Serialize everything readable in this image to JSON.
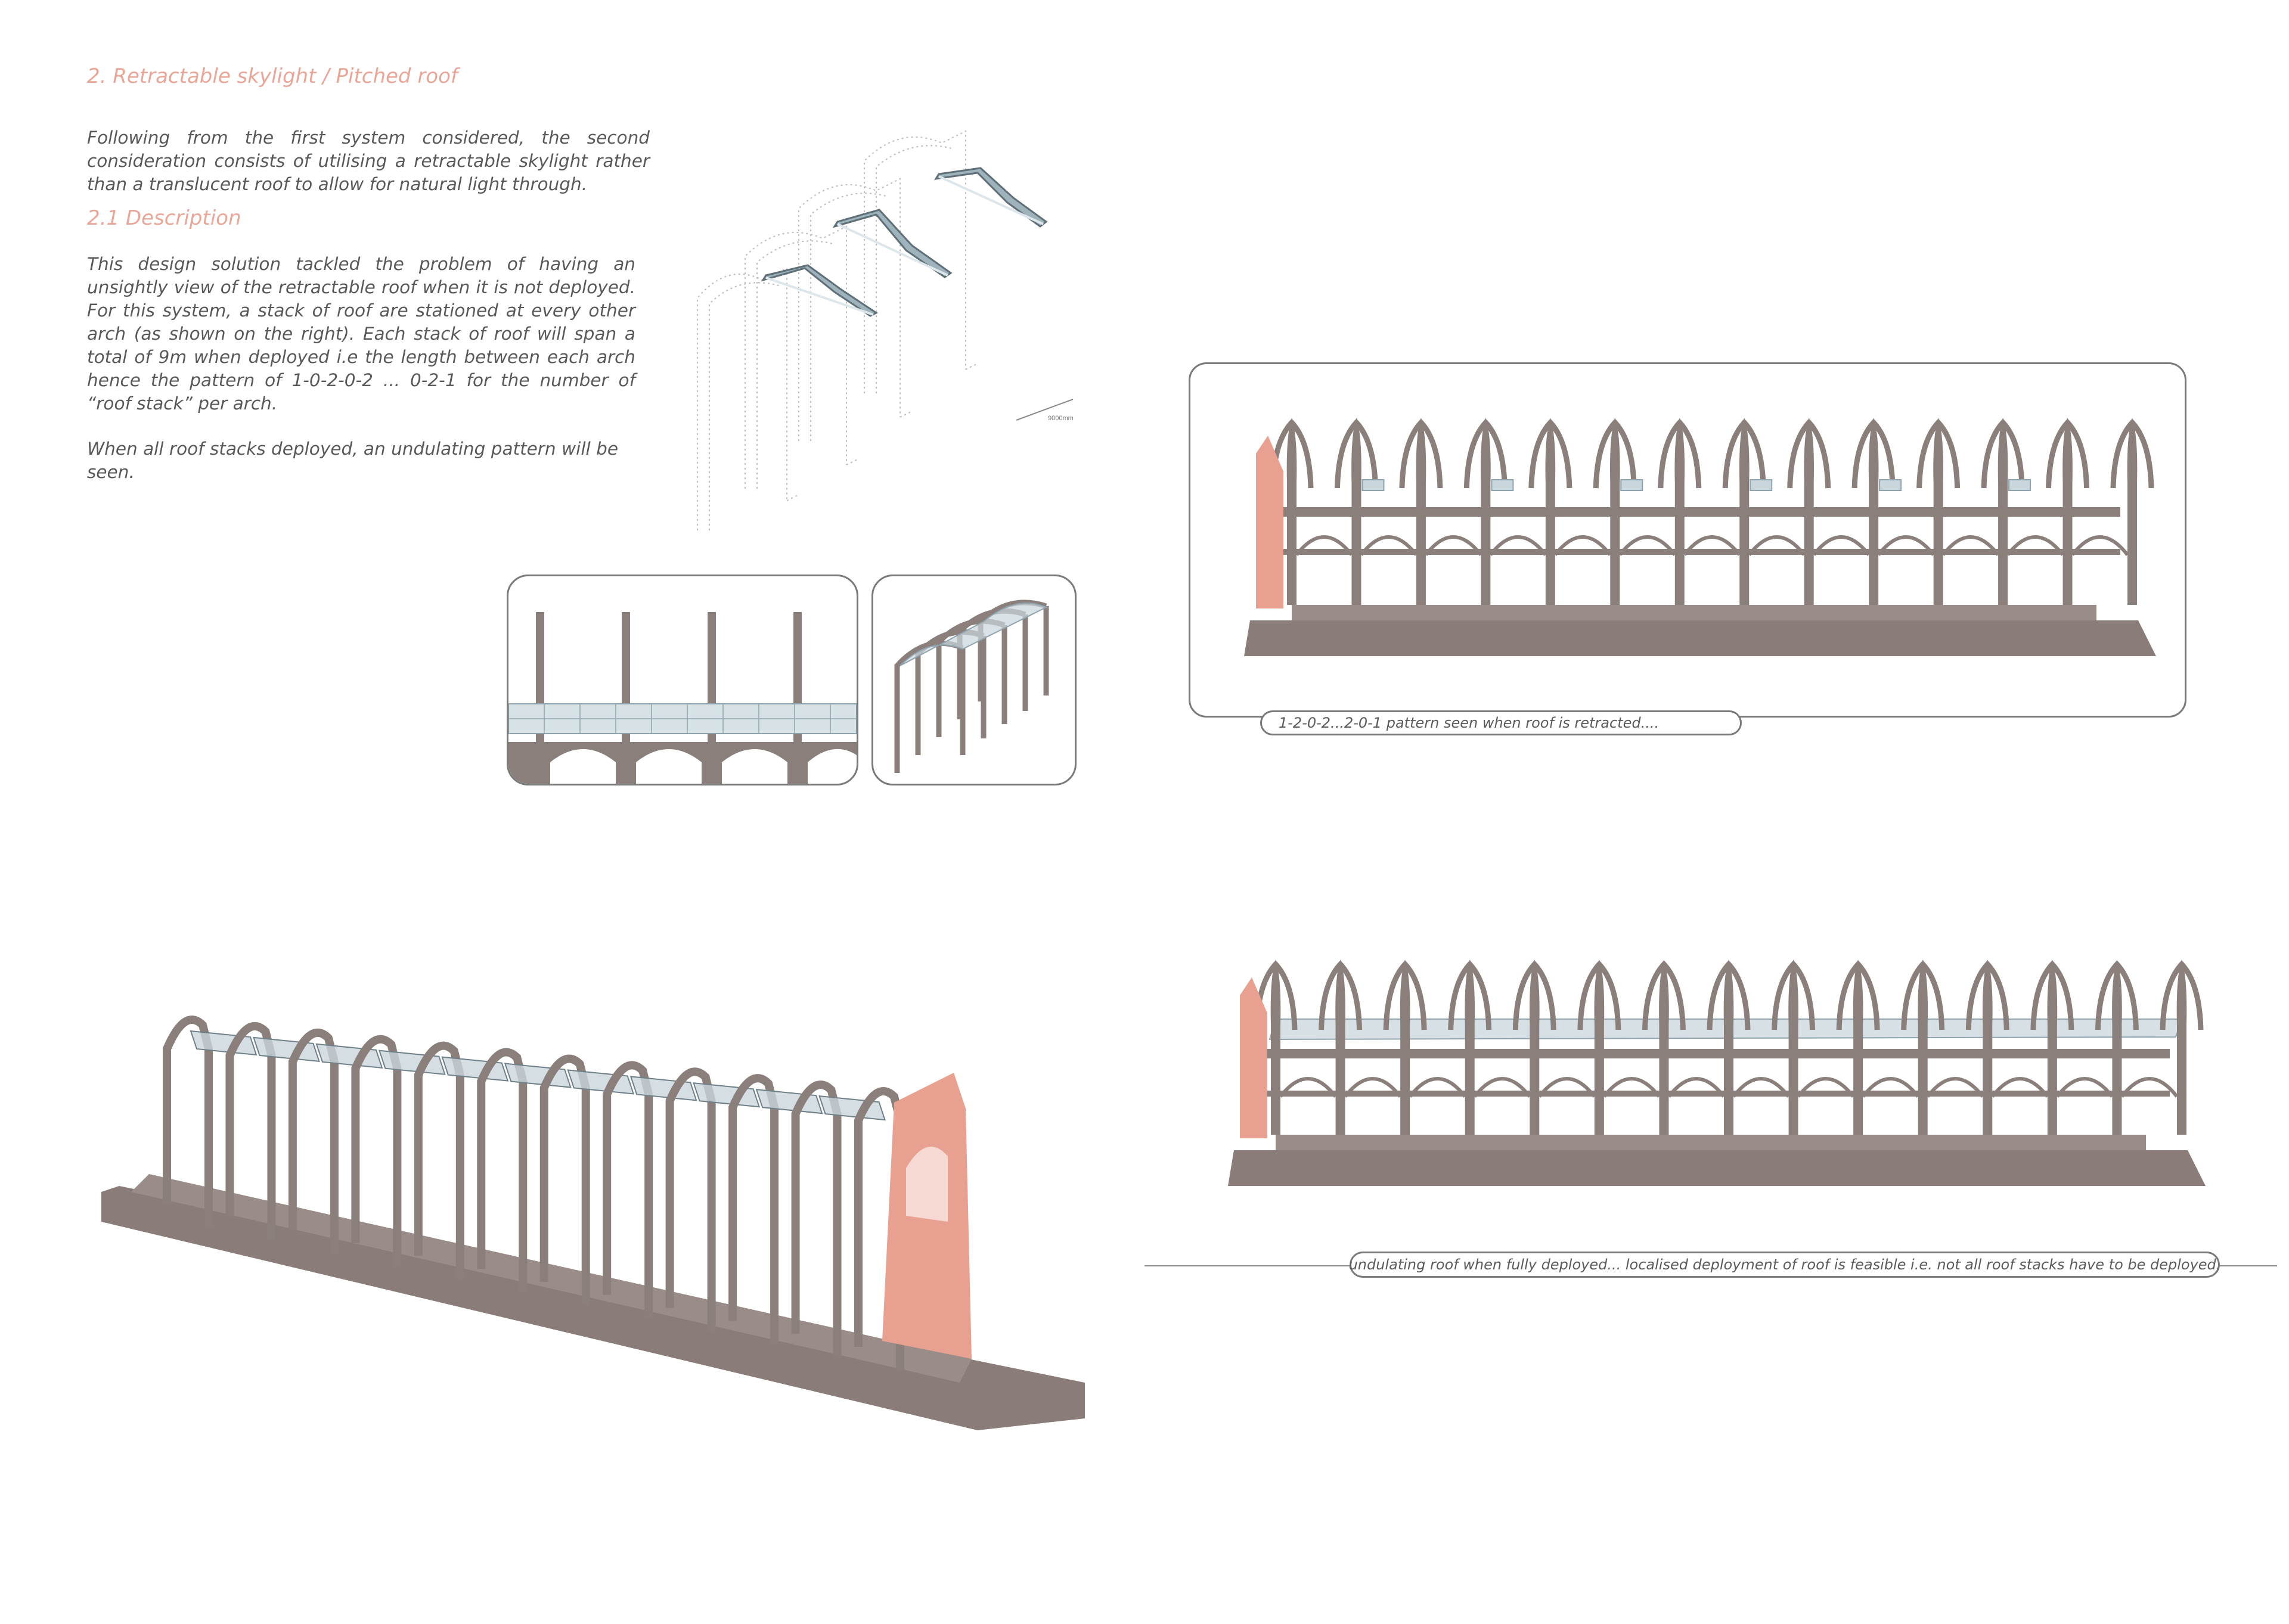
{
  "section": {
    "heading": "2. Retractable skylight / Pitched roof",
    "intro": "Following from the first system considered, the second consideration consists of utilising a retractable skylight rather than a translucent roof to allow for natural light through."
  },
  "subsection": {
    "heading": "2.1 Description",
    "body": "This design solution tackled the problem of having an unsightly view of the retractable roof when it is not deployed. For this system, a stack of roof are stationed at every other arch (as shown on the right).  Each stack of roof will span a total of 9m when deployed i.e the length between each arch hence the pattern of 1-0-2-0-2 ... 0-2-1 for the number of “roof stack” per arch.",
    "note": "When all roof stacks deployed, an undulating pattern will be seen."
  },
  "diagram": {
    "dimension_label": "9000mm"
  },
  "figures": {
    "retracted_caption": "1-2-0-2...2-0-1 pattern seen when roof is retracted....",
    "deployed_caption": "undulating roof when fully deployed... localised deployment of roof is feasible i.e. not all roof stacks have to be deployed."
  },
  "colors": {
    "heading": "#e8a698",
    "body_text": "#595959",
    "structure": "#8b7f7c",
    "base": "#8a7c78",
    "gable": "#e8a090",
    "glass": "#c9d6dc"
  }
}
